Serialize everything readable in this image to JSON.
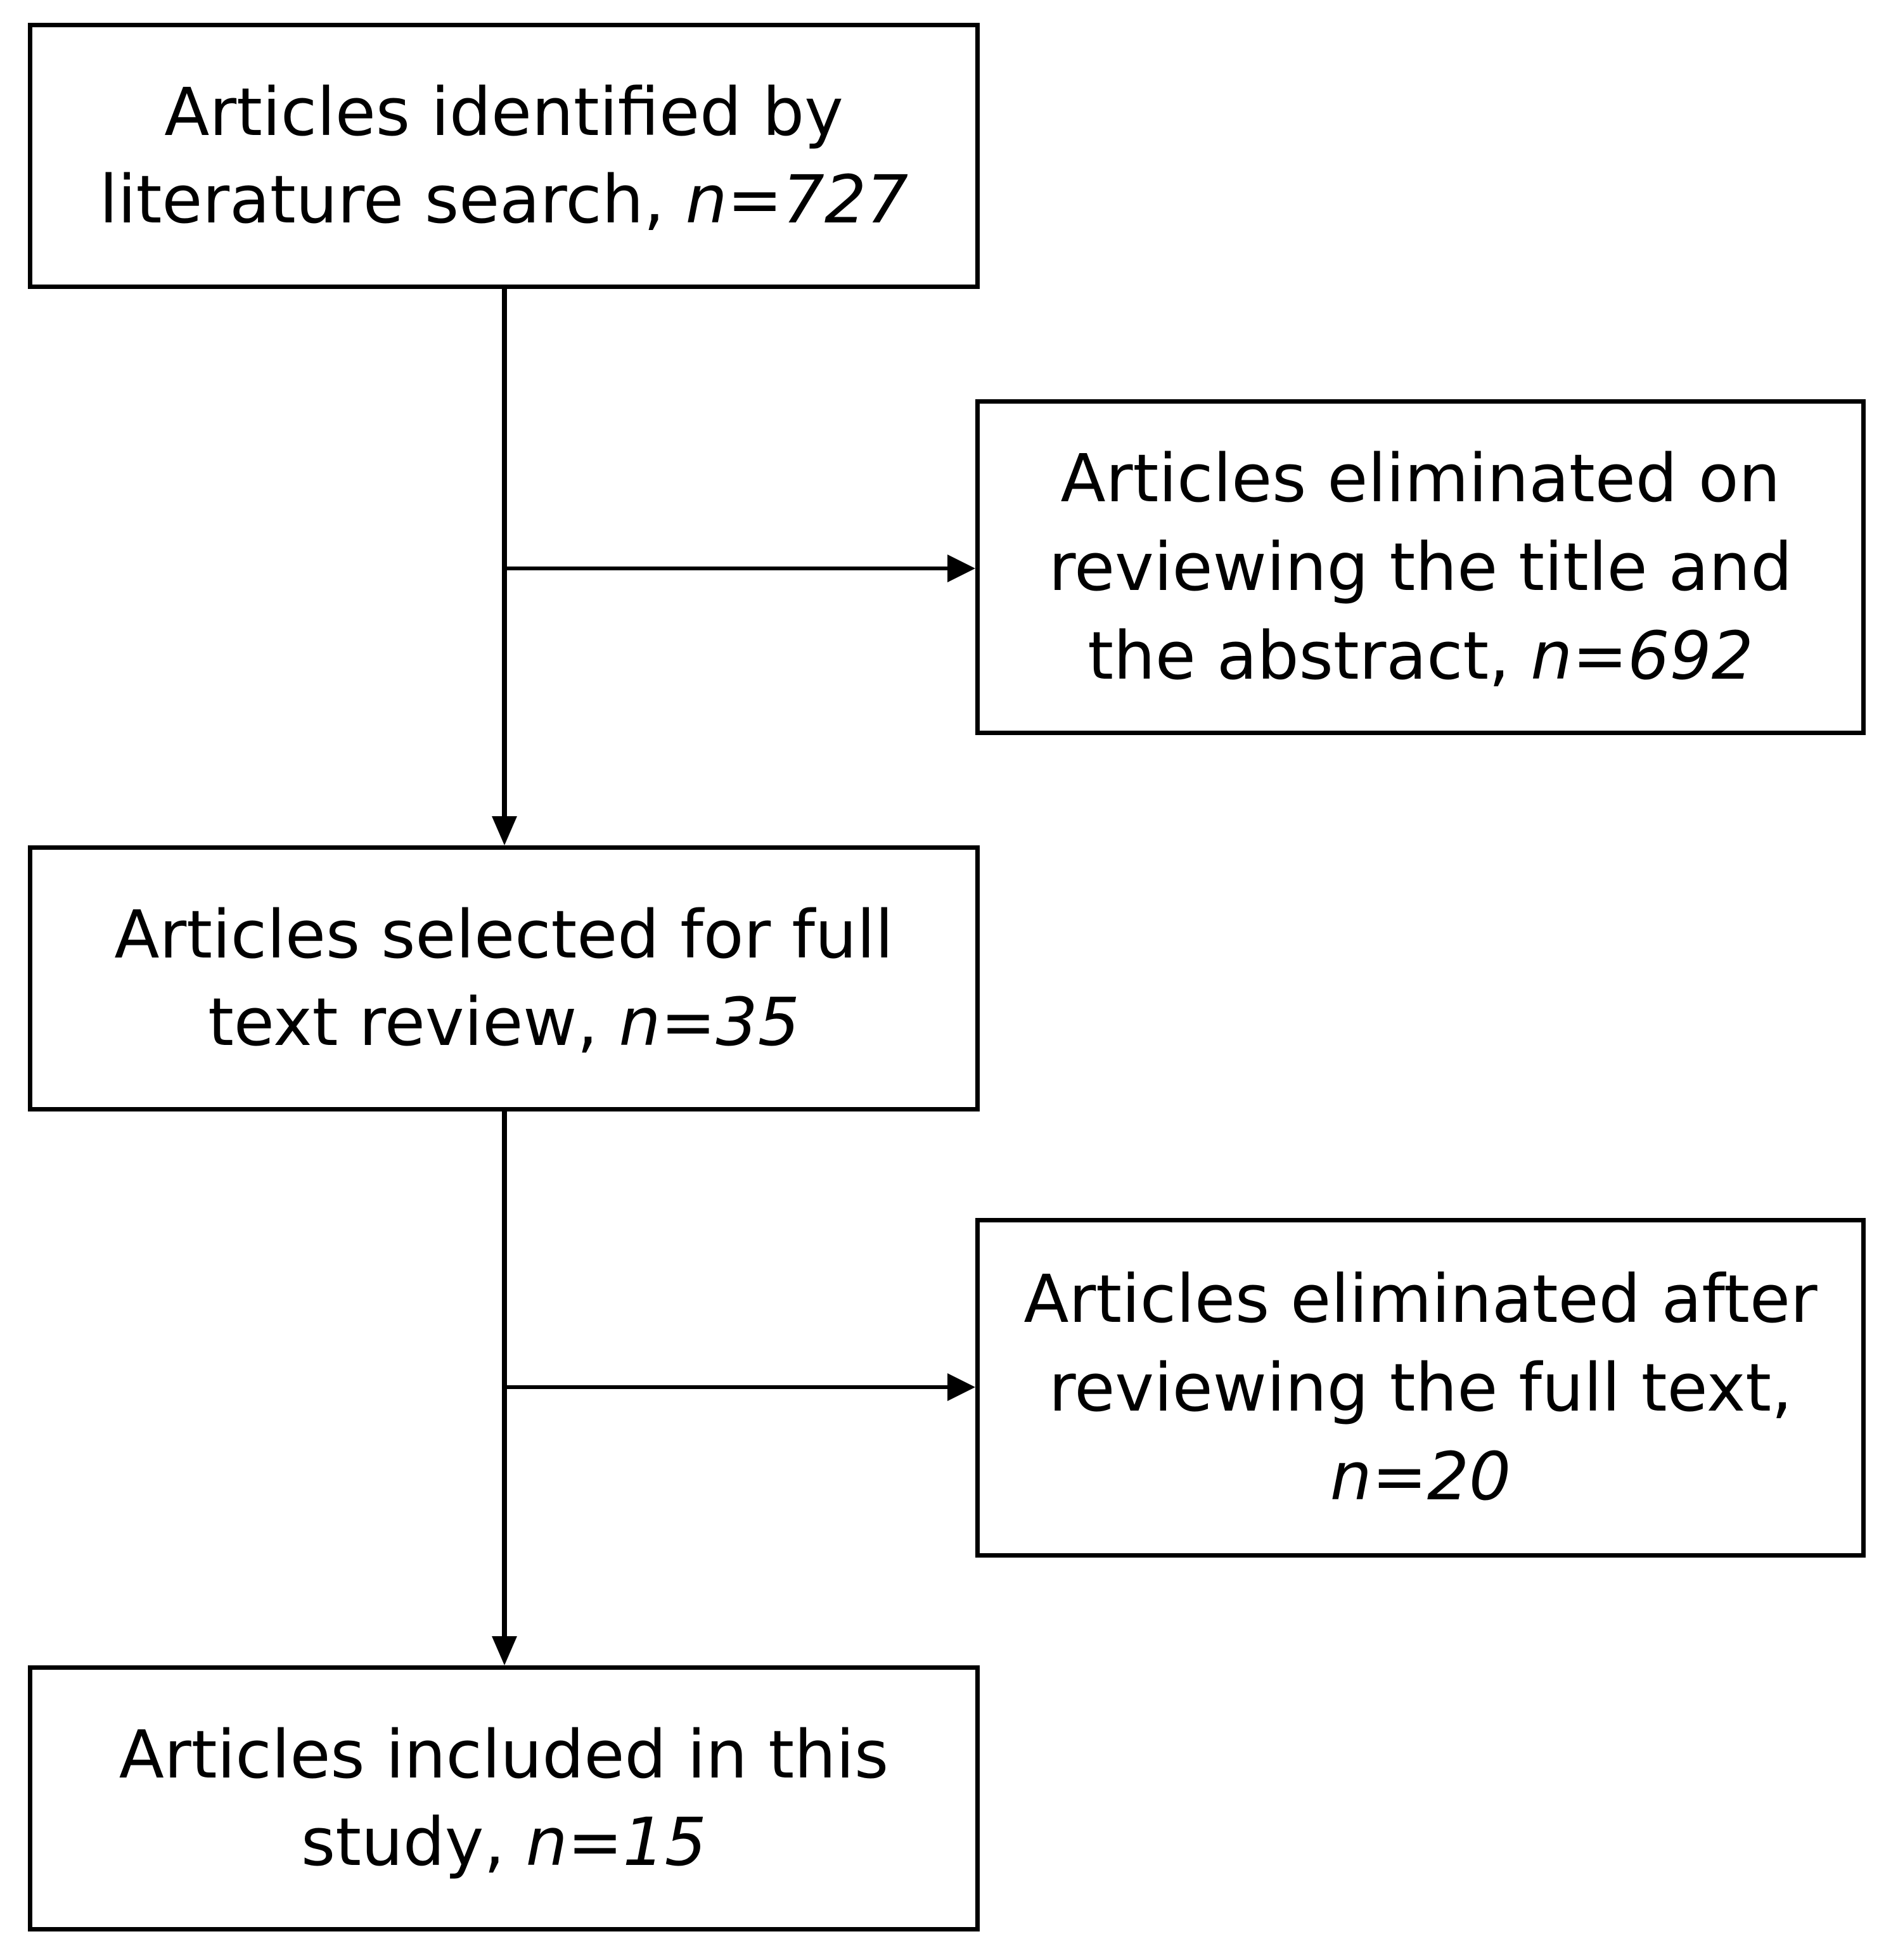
{
  "boxes": {
    "identified": {
      "lines": [
        "Articles identified by",
        "literature search,"
      ],
      "n": "n=727"
    },
    "eliminated_title": {
      "lines": [
        "Articles eliminated on",
        "reviewing the title and",
        "the abstract,"
      ],
      "n": "n=692"
    },
    "selected": {
      "lines": [
        "Articles selected for full",
        "text review,"
      ],
      "n": "n=35"
    },
    "eliminated_fulltext": {
      "lines": [
        "Articles eliminated after",
        "reviewing the full text,",
        ""
      ],
      "n": "n=20"
    },
    "included": {
      "lines": [
        "Articles included in this",
        "study,"
      ],
      "n": "n=15"
    }
  },
  "colors": {
    "stroke": "#000000",
    "background": "#ffffff"
  }
}
